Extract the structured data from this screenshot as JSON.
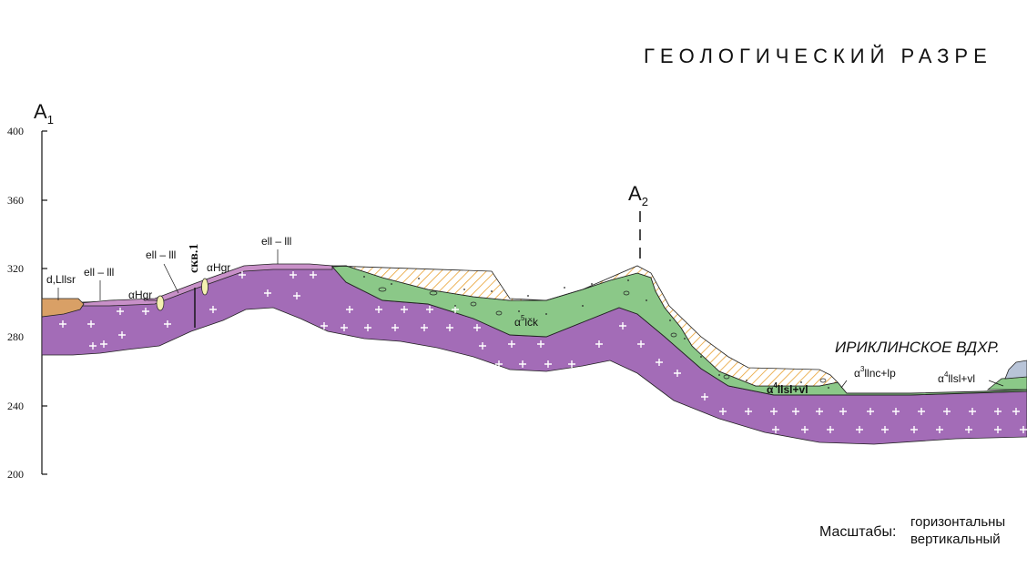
{
  "title": "ГЕОЛОГИЧЕСКИЙ РАЗРЕ",
  "markers": {
    "start": "A",
    "start_sub": "1",
    "end": "A",
    "end_sub": "2"
  },
  "axis": {
    "ticks": [
      "400",
      "360",
      "320",
      "280",
      "240",
      "200"
    ]
  },
  "borehole": "скв.1",
  "labels": {
    "dLllsr": "d,Lllsr",
    "ell_1": "ell – lll",
    "aHgr_1": "αHgr",
    "ell_2": "ell – lll",
    "aHgr_2": "αHgr",
    "ell_3": "ell – lll",
    "a5": "α",
    "a5_sup": "5",
    "a5_tail": "lčk",
    "a4a": "α",
    "a4a_sup": "4",
    "a4a_tail": "llsl+vl",
    "a3": "α",
    "a3_sup": "3",
    "a3_tail": "llnc+lp",
    "a4b": "α",
    "a4b_sup": "4",
    "a4b_tail": "llsl+vl"
  },
  "reservoir": "ИРИКЛИНСКОЕ ВДХР.",
  "scale": {
    "label": "Масштабы:",
    "horizontal": "горизонтальны",
    "vertical": "вертикальный"
  },
  "colors": {
    "granite": "#a36cb7",
    "granite_crust": "#c890c8",
    "alluvium": "#8bc888",
    "loess_hatch": "#e8a030",
    "sand_colluvium": "#d9a066",
    "lens": "#f4f0b0",
    "water": "#b8c4d8"
  }
}
